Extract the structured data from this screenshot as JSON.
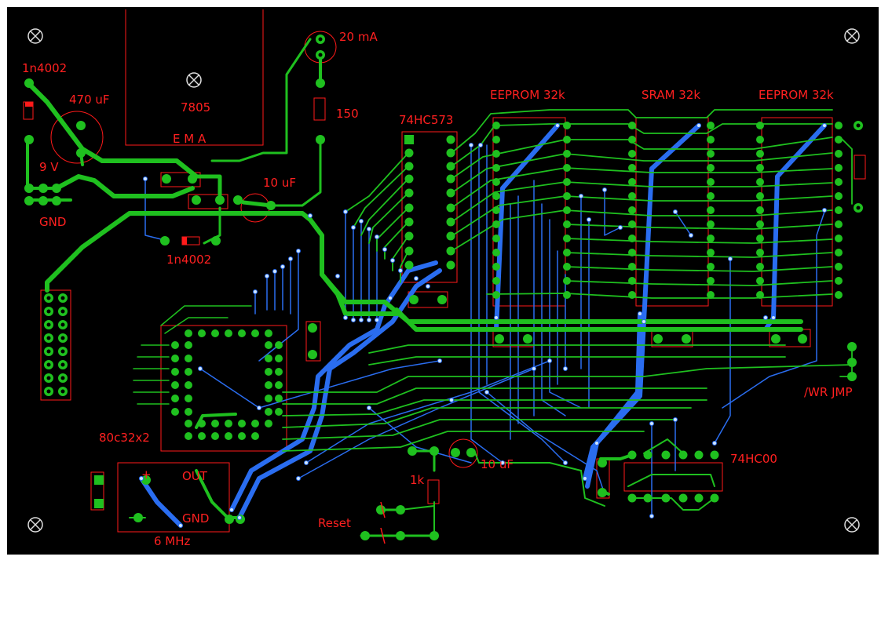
{
  "board": {
    "background": "#000000",
    "top_copper_color": "#1fc01f",
    "bottom_copper_color": "#2a6df0",
    "silkscreen_color": "#ff2020"
  },
  "labels": {
    "d1": "1n4002",
    "cap_470": "470 uF",
    "batt": "9 V",
    "gnd_left": "GND",
    "reg": "7805",
    "ema": "E  M  A",
    "d2": "1n4002",
    "cap_10a": "10 uF",
    "led_current": "20 mA",
    "res_150": "150",
    "latch": "74HC573",
    "eeprom1": "EEPROM 32k",
    "sram": "SRAM 32k",
    "eeprom2": "EEPROM 32k",
    "mcu": "80c32x2",
    "out": "OUT",
    "gnd_osc": "GND",
    "osc_plus": "+",
    "xtal": "6 MHz",
    "res_1k": "1k",
    "reset": "Reset",
    "cap_10b": "10 uF",
    "nand": "74HC00",
    "wr_jmp": "/WR JMP"
  }
}
